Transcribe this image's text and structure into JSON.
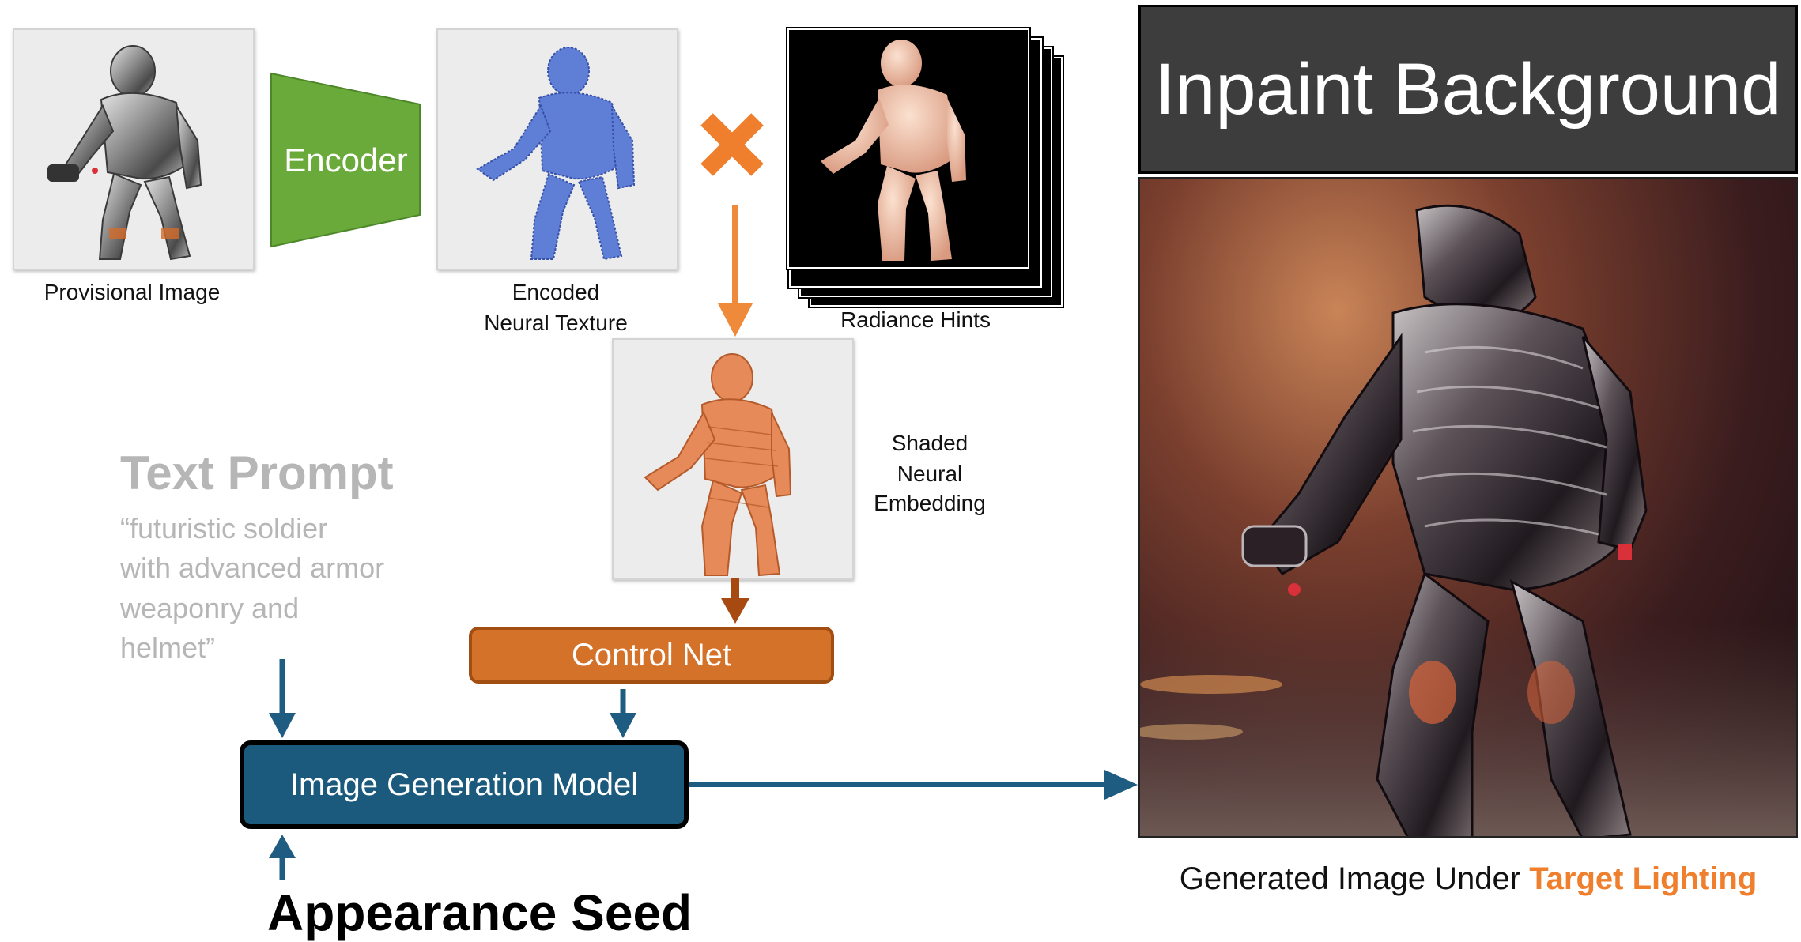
{
  "colors": {
    "encoder": "#6aaa3a",
    "control_net": "#d5722a",
    "control_net_border": "#a24d12",
    "igm": "#1b5a7d",
    "arrow_blue": "#1f5c82",
    "arrow_orange": "#ef8a3a",
    "arrow_brown": "#a64a12",
    "target_lighting": "#ef7f2d",
    "header_bg": "#3d3d3d",
    "prompt_gray": "#b6b6b6"
  },
  "provisional": {
    "caption": "Provisional Image"
  },
  "encoder": {
    "label": "Encoder"
  },
  "encoded": {
    "caption_line1": "Encoded",
    "caption_line2": "Neural Texture"
  },
  "multiply_icon": "multiply-cross-icon",
  "radiance": {
    "caption": "Radiance Hints"
  },
  "shaded": {
    "line1": "Shaded",
    "line2": "Neural",
    "line3": "Embedding"
  },
  "text_prompt": {
    "title": "Text Prompt",
    "line1": "“futuristic soldier",
    "line2": "with advanced armor",
    "line3": "weaponry and",
    "line4": "helmet”"
  },
  "control_net": {
    "label": "Control Net"
  },
  "igm": {
    "label": "Image Generation Model"
  },
  "appearance_seed": {
    "label": "Appearance Seed"
  },
  "inpaint": {
    "title": "Inpaint Background"
  },
  "output": {
    "caption_prefix": "Generated Image Under ",
    "caption_highlight": "Target Lighting"
  }
}
